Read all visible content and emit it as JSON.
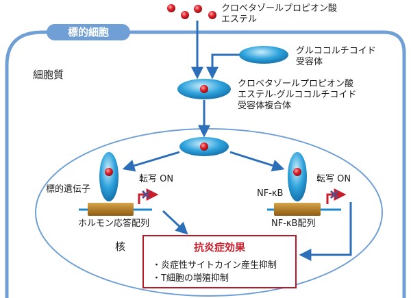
{
  "drug_label": [
    "クロベタゾールプロピオン酸",
    "エステル"
  ],
  "receptor_label": [
    "グルココルチコイド",
    "受容体"
  ],
  "complex_label": [
    "クロベタゾールプロピオン酸",
    "エステル-グルココルチコイド",
    "受容体複合体"
  ],
  "target_cell_label": "標的細胞",
  "cytoplasm_label": "細胞質",
  "nucleus_label": "核",
  "target_gene_label": "標的遺伝子",
  "hormone_response_label": "ホルモン応答配列",
  "transcription_left": "転写 ON",
  "transcription_right": "転写 ON",
  "nfkb_label": "NF-κB",
  "nfkb_seq_label": "NF-κB配列",
  "effect": {
    "title": "抗炎症効果",
    "items": [
      "・炎症性サイトカイン産生抑制",
      "・T細胞の増殖抑制"
    ]
  },
  "colors": {
    "cell_border": "#6f9fd5",
    "arrow": "#2c6fb8",
    "capsule": "#1c86c8",
    "dot": "#d8202a",
    "dna_bar": "#b27a1c",
    "effect_border": "#b51a26"
  }
}
